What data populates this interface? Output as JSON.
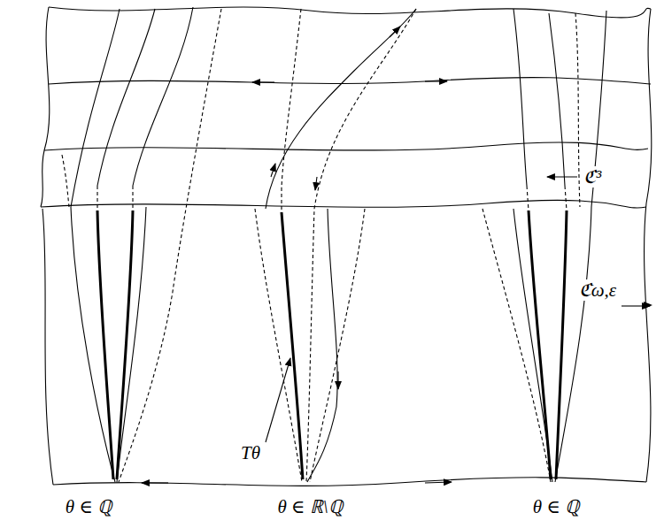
{
  "diagram": {
    "labels": [
      "ℭ³",
      "ℭω,ε",
      "Tθ",
      "θ ∈ ℚ",
      "θ ∈ ℝ\\ℚ",
      "θ ∈ ℚ"
    ]
  }
}
